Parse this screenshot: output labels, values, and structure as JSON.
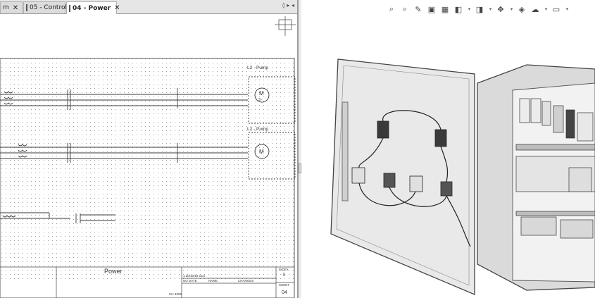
{
  "tabs": [
    {
      "label": "m",
      "active": false
    },
    {
      "label": "05 - Control",
      "active": false
    },
    {
      "label": "04 - Power",
      "active": true
    }
  ],
  "tab_nav": "◊ ▸ ◂",
  "schematic": {
    "title_1": "L2 - Pump",
    "title_2": "L2 - Pump",
    "motor_label": "M",
    "motor_phase": "3~",
    "sheet_title": "Power",
    "sheet_number": "04",
    "title_block": {
      "date_row": "1  20/10/19 Guo",
      "col_no": "NO",
      "col_date": "DATE",
      "col_name": "NAME",
      "col_changes": "CHANGES",
      "index_label": "INDEX",
      "index_value": "0",
      "sheet_label": "SHEET",
      "drawing_no": "CH-4005"
    }
  },
  "toolbar_icons": [
    "zoom-fit-icon",
    "zoom-area-icon",
    "zoom-prev-icon",
    "view-3d-icon",
    "section-icon",
    "display-style-icon",
    "view-orientation-icon",
    "rotate-icon",
    "hide-show-icon",
    "scene-icon",
    "monitor-icon"
  ],
  "colors": {
    "tab_active": "#ffffff",
    "grid_dot": "#9aa0aa",
    "wire": "#3a3a3a"
  }
}
